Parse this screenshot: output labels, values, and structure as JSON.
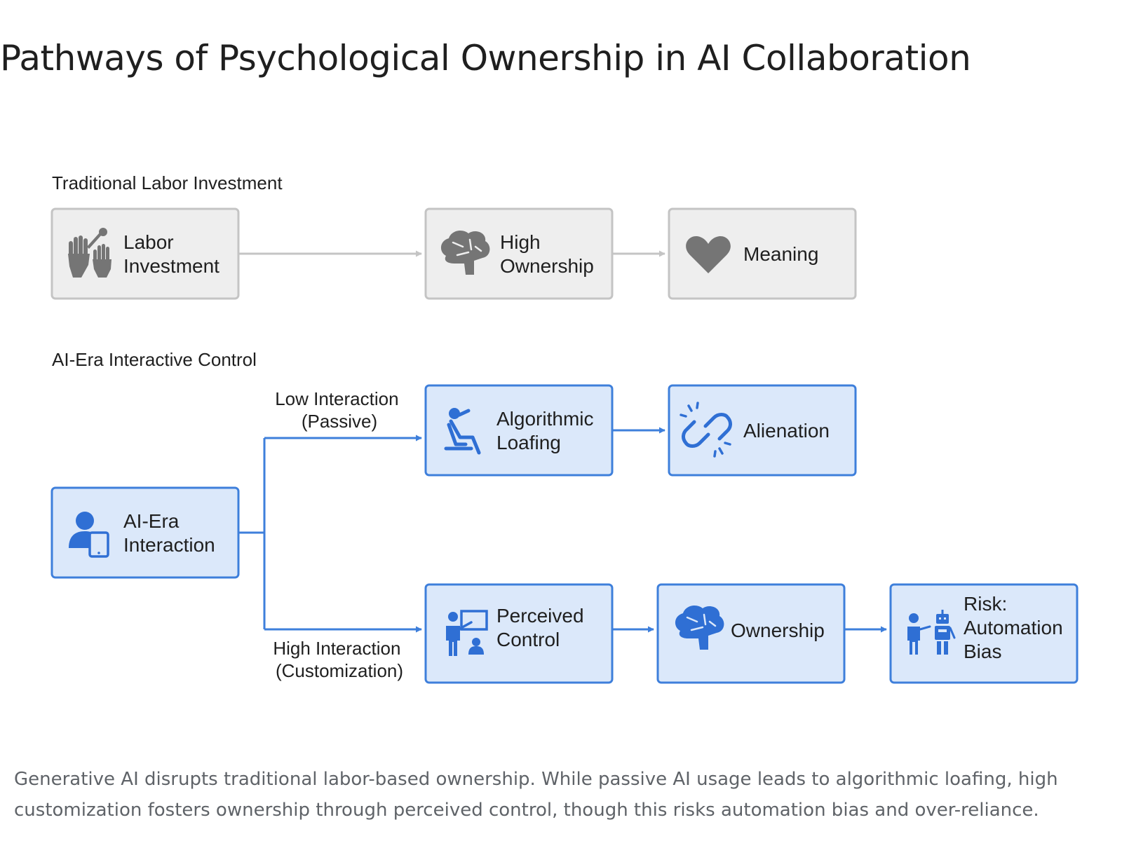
{
  "title": "Pathways of Psychological Ownership in AI Collaboration",
  "colors": {
    "gray_fill": "#eeeeee",
    "gray_stroke": "#c4c4c4",
    "gray_icon": "#757575",
    "blue_fill": "#dbe8fa",
    "blue_stroke": "#3e7fdb",
    "blue_icon": "#2f6fd4"
  },
  "traditional": {
    "label": "Traditional Labor Investment",
    "nodes": [
      {
        "lines": [
          "Labor",
          "Investment"
        ],
        "icon": "hands-wrench-icon"
      },
      {
        "lines": [
          "High",
          "Ownership"
        ],
        "icon": "brain-icon"
      },
      {
        "lines": [
          "Meaning"
        ],
        "icon": "heart-icon"
      }
    ]
  },
  "ai_era": {
    "label": "AI-Era Interactive Control",
    "start": {
      "lines": [
        "AI-Era",
        "Interaction"
      ],
      "icon": "person-tablet-icon"
    },
    "low_branch": {
      "lines": [
        "Low Interaction",
        "(Passive)"
      ],
      "nodes": [
        {
          "lines": [
            "Algorithmic",
            "Loafing"
          ],
          "icon": "reclining-person-icon"
        },
        {
          "lines": [
            "Alienation"
          ],
          "icon": "broken-link-icon"
        }
      ]
    },
    "high_branch": {
      "lines": [
        "High Interaction",
        "(Customization)"
      ],
      "nodes": [
        {
          "lines": [
            "Perceived",
            "Control"
          ],
          "icon": "presenter-icon"
        },
        {
          "lines": [
            "Ownership"
          ],
          "icon": "brain-icon"
        },
        {
          "lines": [
            "Risk:",
            "Automation",
            "Bias"
          ],
          "icon": "person-robot-icon"
        }
      ]
    }
  },
  "caption": "Generative AI disrupts traditional labor-based ownership. While passive AI usage leads to algorithmic loafing, high customization fosters ownership through perceived control, though this risks automation bias and over-reliance."
}
